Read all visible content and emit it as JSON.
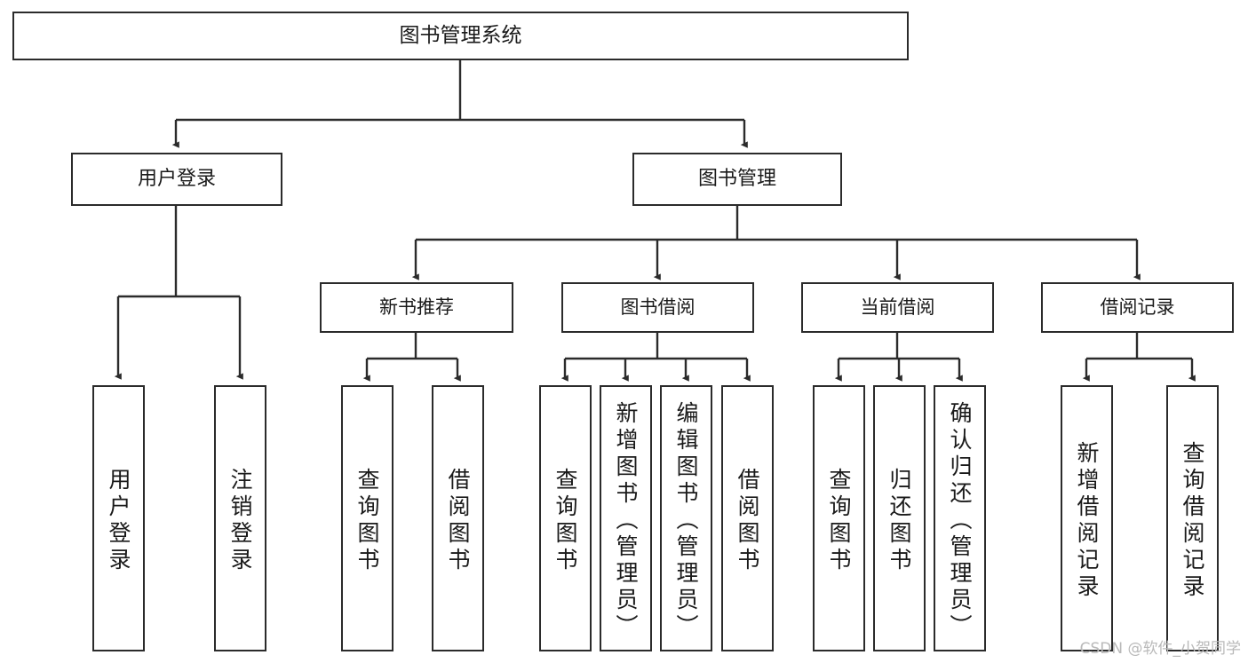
{
  "diagram": {
    "title": "图书管理系统",
    "type": "tree",
    "watermark": "CSDN @软件_小贺同学",
    "colors": {
      "stroke": "#2b2b2b",
      "fill": "#ffffff",
      "text": "#1a1a1a",
      "watermark": "#b9b9b9"
    },
    "root": {
      "label": "图书管理系统"
    },
    "level1": [
      {
        "id": "user-login",
        "label": "用户登录"
      },
      {
        "id": "book-manage",
        "label": "图书管理"
      }
    ],
    "level2": [
      {
        "id": "new-book-recommend",
        "label": "新书推荐",
        "parent": "book-manage"
      },
      {
        "id": "book-borrow",
        "label": "图书借阅",
        "parent": "book-manage"
      },
      {
        "id": "current-borrow",
        "label": "当前借阅",
        "parent": "book-manage"
      },
      {
        "id": "borrow-record",
        "label": "借阅记录",
        "parent": "book-manage"
      }
    ],
    "leaves": [
      {
        "id": "leaf-user-login",
        "label": "用户登录",
        "parent": "user-login"
      },
      {
        "id": "leaf-logout",
        "label": "注销登录",
        "parent": "user-login"
      },
      {
        "id": "leaf-query-book-1",
        "label": "查询图书",
        "parent": "new-book-recommend"
      },
      {
        "id": "leaf-borrow-book-1",
        "label": "借阅图书",
        "parent": "new-book-recommend"
      },
      {
        "id": "leaf-query-book-2",
        "label": "查询图书",
        "parent": "book-borrow"
      },
      {
        "id": "leaf-add-book",
        "label": "新增图书（管理员）",
        "parent": "book-borrow"
      },
      {
        "id": "leaf-edit-book",
        "label": "编辑图书（管理员）",
        "parent": "book-borrow"
      },
      {
        "id": "leaf-borrow-book-2",
        "label": "借阅图书",
        "parent": "book-borrow"
      },
      {
        "id": "leaf-query-book-3",
        "label": "查询图书",
        "parent": "current-borrow"
      },
      {
        "id": "leaf-return-book",
        "label": "归还图书",
        "parent": "current-borrow"
      },
      {
        "id": "leaf-confirm-return",
        "label": "确认归还（管理员）",
        "parent": "current-borrow"
      },
      {
        "id": "leaf-add-record",
        "label": "新增借阅记录",
        "parent": "borrow-record"
      },
      {
        "id": "leaf-query-record",
        "label": "查询借阅记录",
        "parent": "borrow-record"
      }
    ]
  }
}
